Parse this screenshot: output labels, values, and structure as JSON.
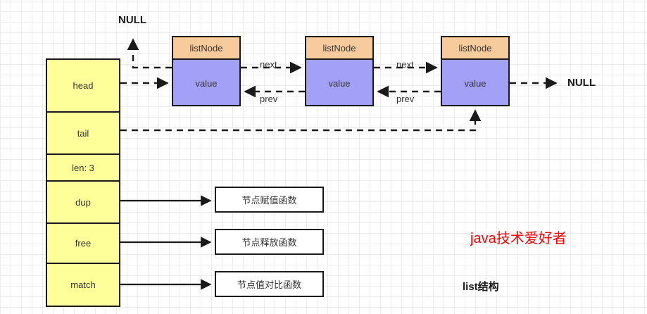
{
  "diagram": {
    "title": "list结构",
    "watermark": "java技术爱好者",
    "struct": {
      "name": "list",
      "fields": [
        {
          "label": "head"
        },
        {
          "label": "tail"
        },
        {
          "label": "len: 3"
        },
        {
          "label": "dup"
        },
        {
          "label": "free"
        },
        {
          "label": "match"
        }
      ]
    },
    "nodes": [
      {
        "header": "listNode",
        "body": "value"
      },
      {
        "header": "listNode",
        "body": "value"
      },
      {
        "header": "listNode",
        "body": "value"
      }
    ],
    "edge_labels": {
      "next_1": "next",
      "prev_1": "prev",
      "next_2": "next",
      "prev_2": "prev"
    },
    "terminators": {
      "head_null": "NULL",
      "tail_null": "NULL"
    },
    "functions": [
      {
        "label": "节点赋值函数"
      },
      {
        "label": "节点释放函数"
      },
      {
        "label": "节点值对比函数"
      }
    ],
    "colors": {
      "struct_fill": "#ffff99",
      "node_header_fill": "#f8cb9c",
      "node_body_fill": "#a3a0f8",
      "stroke": "#1a1a1a",
      "watermark": "#ff0000",
      "grid": "#ededed"
    }
  }
}
